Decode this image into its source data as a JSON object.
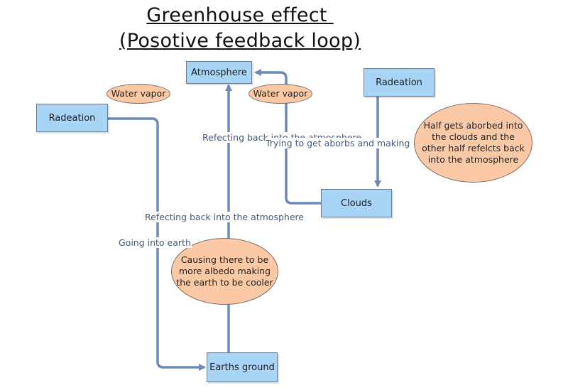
{
  "title": {
    "line1": "Greenhouse effect ",
    "line2": "(Posotive feedback loop)"
  },
  "nodes": {
    "atmosphere": "Atmosphere",
    "radeation_left": "Radeation",
    "radeation_right": "Radeation",
    "clouds": "Clouds",
    "earths_ground": "Earths ground"
  },
  "ovals": {
    "water_vapor_left": "Water vapor",
    "water_vapor_right": "Water vapor",
    "half_absorbed": "Half gets aborbed into the clouds and the other half refelcts back into the atmosphere",
    "albedo": "Causing there to be more albedo making the earth to be cooler"
  },
  "edge_labels": {
    "reflecting_upper": "Refecting back into the atmosphere",
    "trying_absorb": "Trying to get aborbs and making",
    "reflecting_lower": "Refecting back into the atmosphere",
    "going_into_earth": "Going into earth"
  },
  "colors": {
    "box_fill": "#a8d4f5",
    "oval_fill": "#fbc9a6",
    "line": "#6f88b8",
    "label_text": "#3f5b84"
  }
}
